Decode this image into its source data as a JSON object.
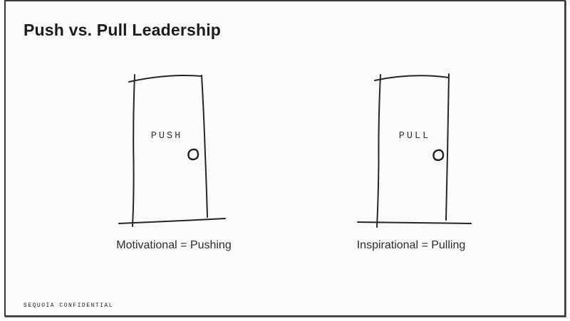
{
  "slide": {
    "title": "Push vs. Pull Leadership",
    "doors": [
      {
        "label": "PUSH",
        "caption": "Motivational = Pushing"
      },
      {
        "label": "PULL",
        "caption": "Inspirational = Pulling"
      }
    ],
    "footer": "SEQUOIA CONFIDENTIAL",
    "colors": {
      "border": "#3a3a3a",
      "background": "#fbfbfa",
      "ink": "#262626",
      "title": "#1b1b1b",
      "caption": "#2d2d2d"
    }
  }
}
